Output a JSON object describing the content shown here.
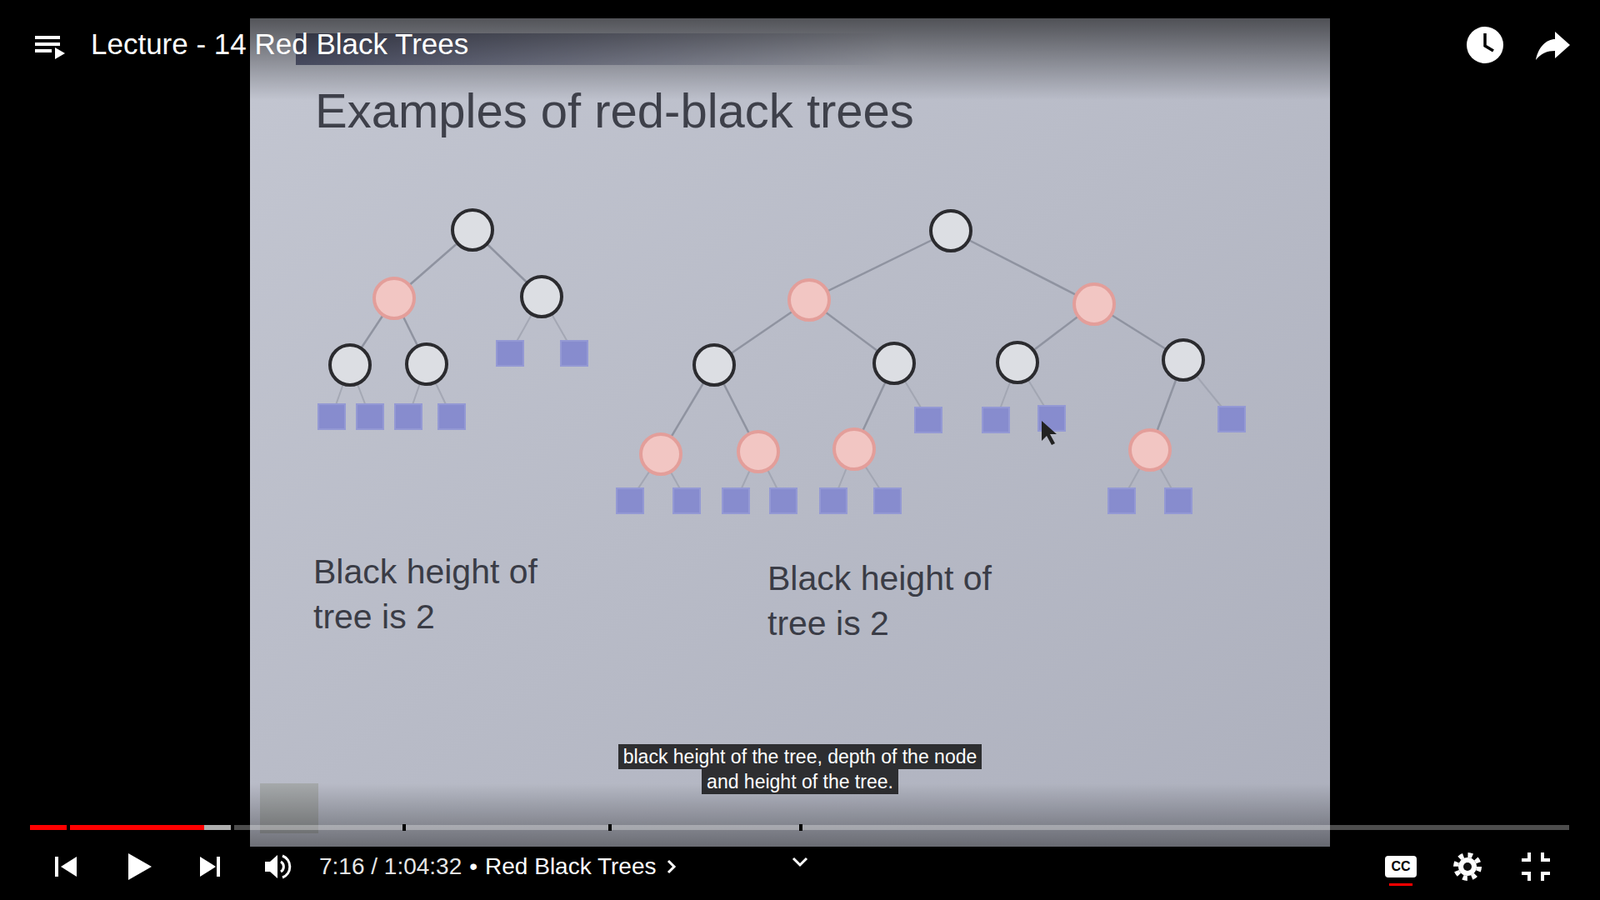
{
  "diagram": {
    "title": "Examples of red-black trees",
    "caption": "black height of the tree, depth of the node and height of the tree.",
    "labels": [
      "Lecture - 14 Red Black Trees",
      "Black height of tree is 2",
      "Black height of tree is 2",
      "7:16 / 1:04:32",
      "•",
      "Red Black Trees",
      "CC"
    ]
  }
}
